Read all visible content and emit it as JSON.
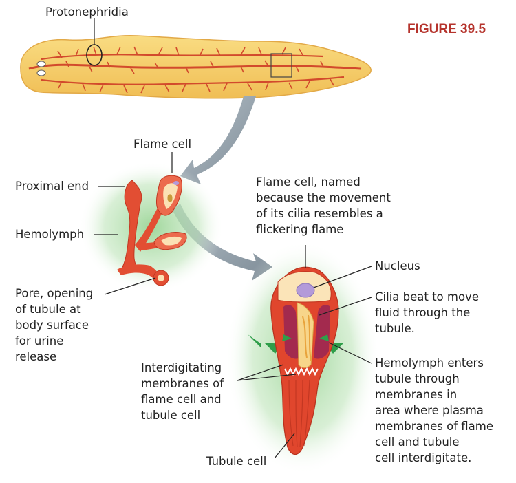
{
  "figure": {
    "title": "FIGURE 39.5"
  },
  "labels": {
    "protonephridia": "Protonephridia",
    "flame_cell": "Flame cell",
    "proximal_end": "Proximal end",
    "hemolymph": "Hemolymph",
    "pore": [
      "Pore, opening",
      "of tubule at",
      "body surface",
      "for urine",
      "release"
    ],
    "flame_cell_note": [
      "Flame cell, named",
      "because the movement",
      "of its cilia resembles a",
      "flickering flame"
    ],
    "nucleus": "Nucleus",
    "cilia": [
      "Cilia beat to move",
      "fluid through the",
      "tubule."
    ],
    "interdigitating": [
      "Interdigitating",
      "membranes of",
      "flame cell and",
      "tubule cell"
    ],
    "hemolymph_enters": [
      "Hemolymph enters",
      "tubule through",
      "membranes in",
      "area where plasma",
      "membranes of flame",
      "cell and tubule",
      "cell interdigitate."
    ],
    "tubule_cell": "Tubule cell"
  },
  "colors": {
    "title": "#b5332c",
    "body_fill": "#f6cf6a",
    "tubule_red": "#d9432c",
    "halo_green": "#9fd59a",
    "arrow_gray": "#8c9aa5",
    "nucleus": "#b39ad9"
  }
}
